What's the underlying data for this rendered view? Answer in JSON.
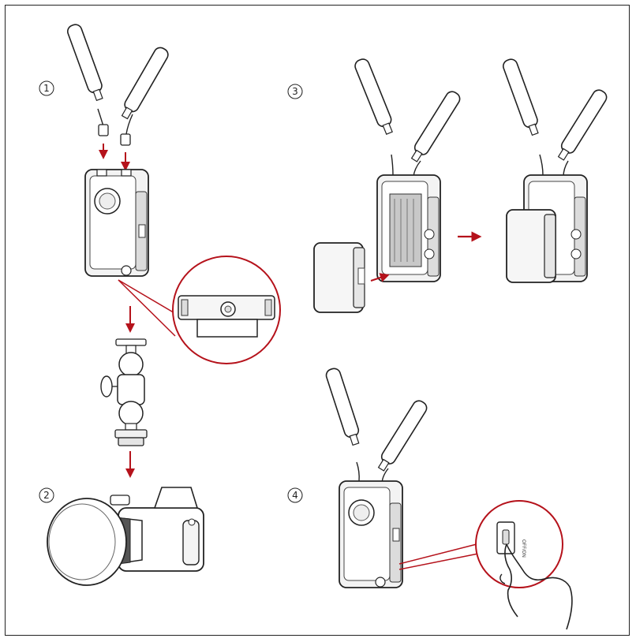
{
  "steps": [
    {
      "number": "1"
    },
    {
      "number": "2"
    },
    {
      "number": "3"
    },
    {
      "number": "4"
    }
  ],
  "switch_label": "OFF/ON",
  "colors": {
    "accent": "#b5121b",
    "line": "#222222",
    "device_body": "#f2f2f2",
    "device_shade": "#9a9a9a",
    "battery": "#f4f4f4"
  },
  "icons": [
    "arrow-down-icon",
    "arrow-right-icon",
    "antenna-icon",
    "transmitter-icon",
    "battery-icon",
    "ball-mount-icon",
    "camera-icon",
    "hand-icon",
    "switch-icon"
  ]
}
